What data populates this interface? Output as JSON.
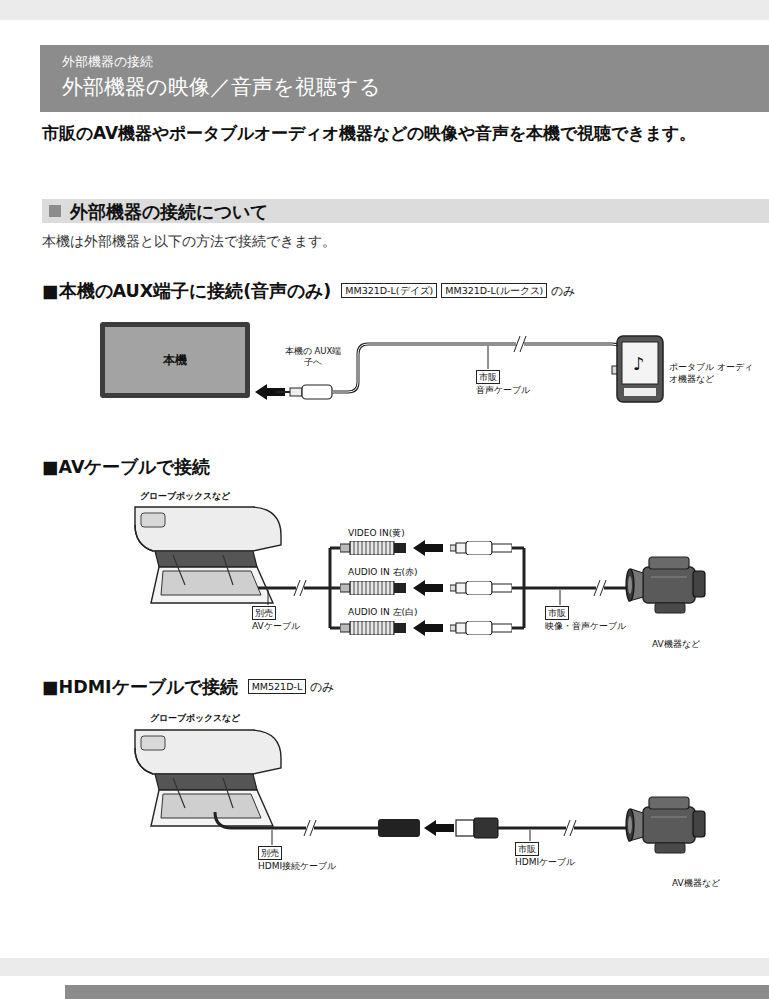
{
  "diagram": {
    "title": "外部機器の映像／音声を視聴する",
    "nodes": [
      {
        "text": [
          "外部機器の接続",
          "外部機器の映像／音声を視聴する"
        ]
      },
      {
        "text": [
          "外部機器の接続について"
        ]
      },
      {
        "text": [
          "MM321D-L(デイズ)"
        ]
      },
      {
        "text": [
          "MM321D-L(ルークス)"
        ]
      },
      {
        "text": [
          "本機"
        ]
      },
      {
        "text": [
          "市販",
          "音声ケーブル"
        ]
      },
      {
        "text": [
          "別売",
          "AVケーブル"
        ]
      },
      {
        "text": [
          "市販",
          "映像・音声ケーブル"
        ]
      },
      {
        "text": [
          "MM521D-L"
        ]
      },
      {
        "text": [
          "別売",
          "HDMI接続ケーブル"
        ]
      },
      {
        "text": [
          "市販",
          "HDMIケーブル"
        ]
      }
    ],
    "labels": [
      "市販のAV機器やポータブルオーディオ機器などの映像や音声を本機で視聴できます。",
      "本機は外部機器と以下の方法で接続できます。",
      "■本機のAUX端子に接続(音声のみ)",
      "のみ",
      "本機の AUX端子へ",
      "ポータブル オーディオ機器など",
      "■AVケーブルで接続",
      "グローブボックスなど",
      "VIDEO IN(黄)",
      "AUDIO IN 右(赤)",
      "AUDIO IN 左(白)",
      "AV機器など",
      "■HDMIケーブルで接続",
      "のみ",
      "グローブボックスなど",
      "AV機器など"
    ]
  }
}
